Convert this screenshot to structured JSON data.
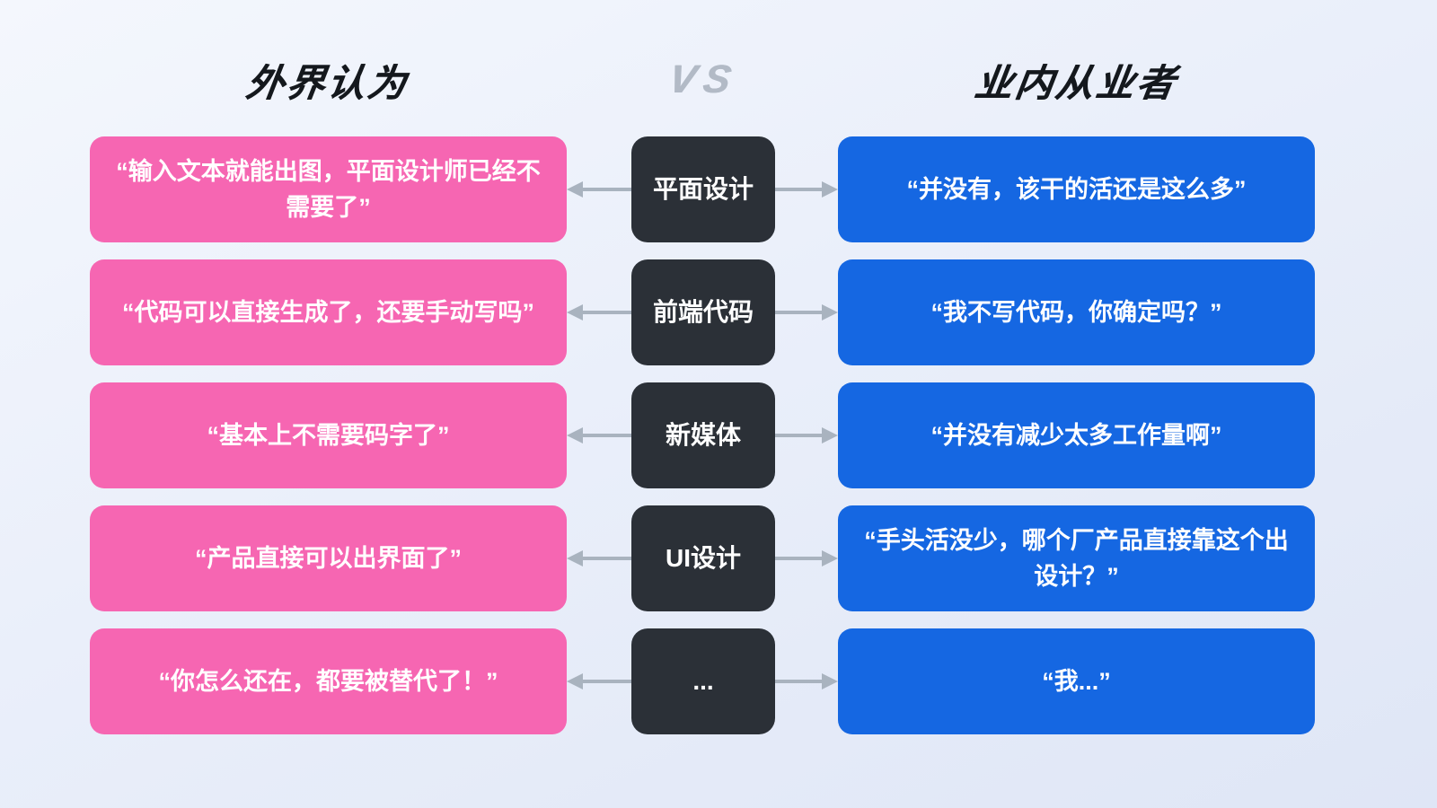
{
  "header": {
    "left_title": "外界认为",
    "vs_label": "VS",
    "right_title": "业内从业者"
  },
  "rows": [
    {
      "outside": "“输入文本就能出图，平面设计师已经不需要了”",
      "category": "平面设计",
      "insider": "“并没有，该干的活还是这么多”"
    },
    {
      "outside": "“代码可以直接生成了，还要手动写吗”",
      "category": "前端代码",
      "insider": "“我不写代码，你确定吗？”"
    },
    {
      "outside": "“基本上不需要码字了”",
      "category": "新媒体",
      "insider": "“并没有减少太多工作量啊”"
    },
    {
      "outside": "“产品直接可以出界面了”",
      "category": "UI设计",
      "insider": "“手头活没少，哪个厂产品直接靠这个出设计？”"
    },
    {
      "outside": "“你怎么还在，都要被替代了！”",
      "category": "...",
      "insider": "“我...”"
    }
  ],
  "colors": {
    "outside_box": "#f666b2",
    "insider_box": "#1567e2",
    "category_box": "#2b3037",
    "arrow": "#a9b3bf",
    "background_top": "#f4f7fd",
    "background_bottom": "#dfe6f6"
  }
}
